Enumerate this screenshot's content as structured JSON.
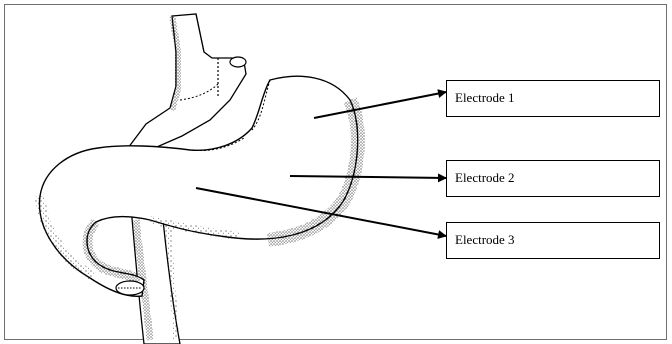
{
  "labels": {
    "electrode_1": "Electrode 1",
    "electrode_2": "Electrode 2",
    "electrode_3": "Electrode 3"
  },
  "colors": {
    "ink": "#000000",
    "stipple": "#3a3a3a",
    "frame": "#6f6f6f"
  }
}
